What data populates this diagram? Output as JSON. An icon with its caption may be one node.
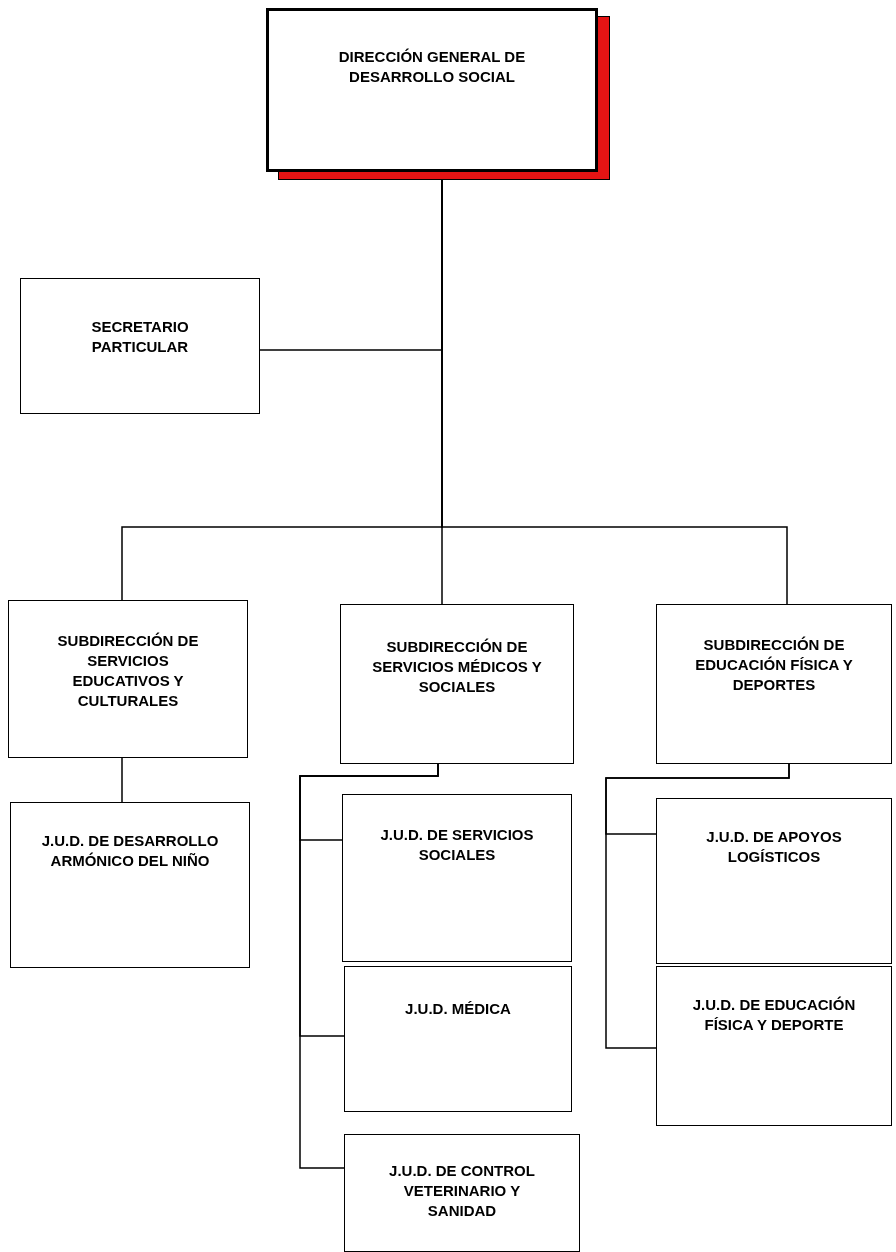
{
  "diagram": {
    "nodes": [
      {
        "text": [
          "DIRECCIÓN GENERAL DE DESARROLLO SOCIAL"
        ]
      },
      {
        "text": [
          "SECRETARIO PARTICULAR"
        ]
      },
      {
        "text": [
          "SUBDIRECCIÓN DE SERVICIOS EDUCATIVOS Y CULTURALES"
        ]
      },
      {
        "text": [
          "SUBDIRECCIÓN DE SERVICIOS MÉDICOS Y SOCIALES"
        ]
      },
      {
        "text": [
          "SUBDIRECCIÓN DE EDUCACIÓN FÍSICA Y DEPORTES"
        ]
      },
      {
        "text": [
          "J.U.D. DE DESARROLLO ARMÓNICO DEL NIÑO"
        ]
      },
      {
        "text": [
          "J.U.D. DE SERVICIOS SOCIALES"
        ]
      },
      {
        "text": [
          "J.U.D. MÉDICA"
        ]
      },
      {
        "text": [
          "J.U.D. DE CONTROL VETERINARIO Y SANIDAD"
        ]
      },
      {
        "text": [
          "J.U.D. DE APOYOS LOGÍSTICOS"
        ]
      },
      {
        "text": [
          "J.U.D. DE EDUCACIÓN FÍSICA Y DEPORTE"
        ]
      }
    ],
    "edges": [
      {
        "from": 0,
        "to": 1,
        "arrow": "none"
      },
      {
        "from": 0,
        "to": 2,
        "arrow": "none"
      },
      {
        "from": 0,
        "to": 3,
        "arrow": "none"
      },
      {
        "from": 0,
        "to": 4,
        "arrow": "none"
      },
      {
        "from": 2,
        "to": 5,
        "arrow": "none"
      },
      {
        "from": 3,
        "to": 6,
        "arrow": "none"
      },
      {
        "from": 3,
        "to": 7,
        "arrow": "none"
      },
      {
        "from": 3,
        "to": 8,
        "arrow": "none"
      },
      {
        "from": 4,
        "to": 9,
        "arrow": "none"
      },
      {
        "from": 4,
        "to": 10,
        "arrow": "none"
      }
    ]
  }
}
